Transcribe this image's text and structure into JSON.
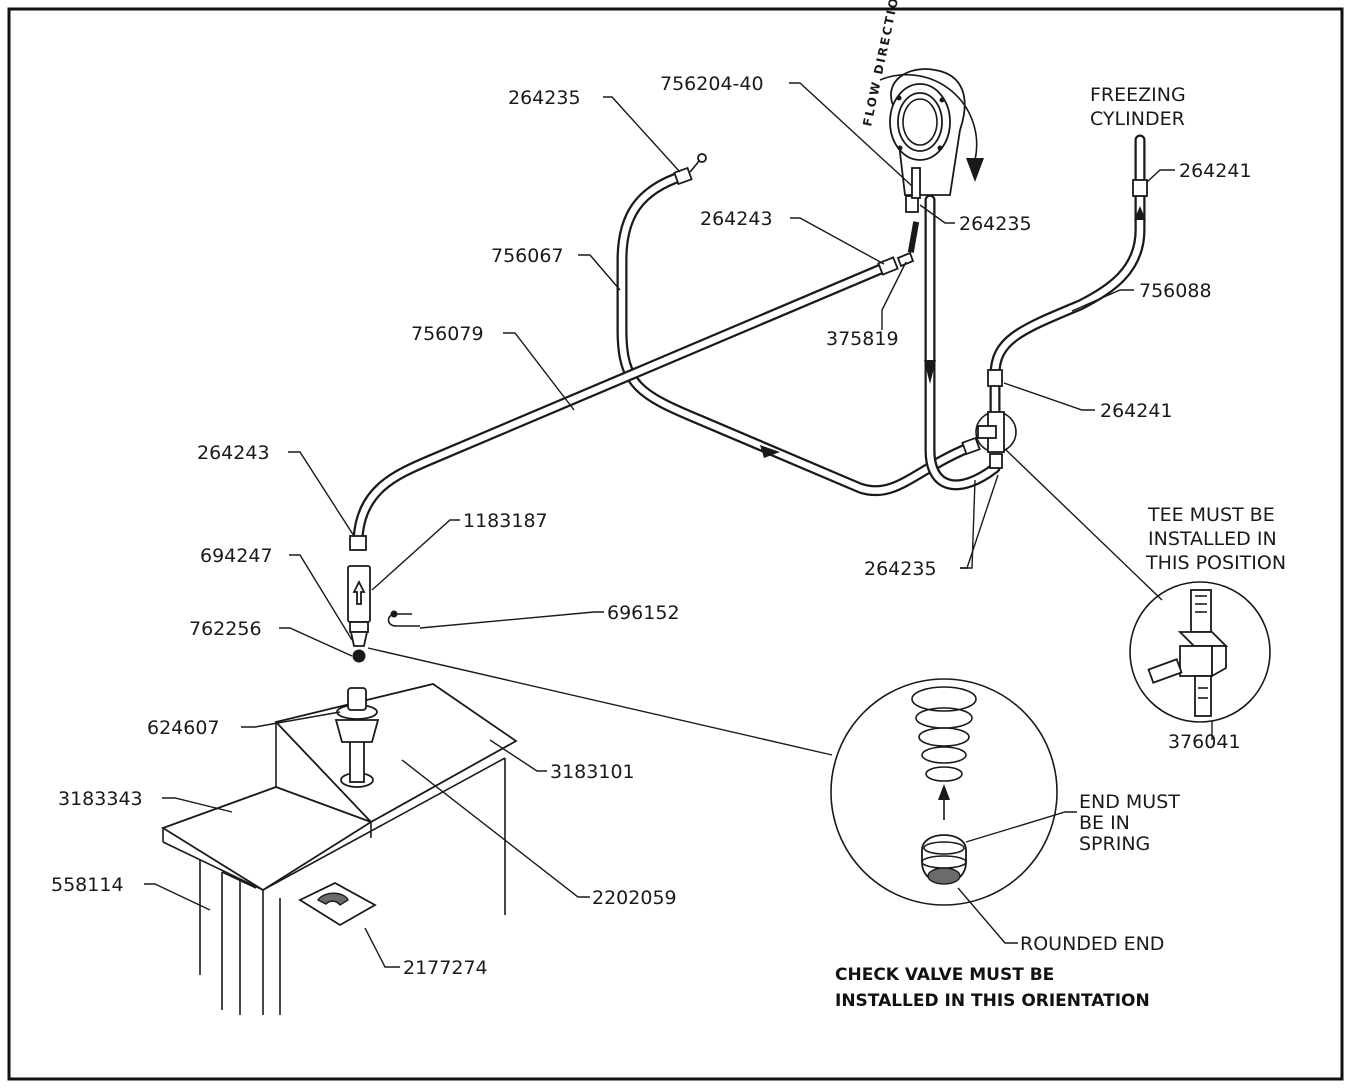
{
  "labels": {
    "p264235_top": "264235",
    "p756204_40": "756204-40",
    "flow_direction": "FLOW DIRECTION",
    "freezing_cylinder_1": "FREEZING",
    "freezing_cylinder_2": "CYLINDER",
    "p264241_top": "264241",
    "p264243_top": "264243",
    "p264235_pump": "264235",
    "p756067": "756067",
    "p756088": "756088",
    "p756079": "756079",
    "p375819": "375819",
    "p264241_mid": "264241",
    "p264243_left": "264243",
    "p1183187": "1183187",
    "p694247": "694247",
    "p696152": "696152",
    "p762256": "762256",
    "p264235_bottom": "264235",
    "tee_note_1": "TEE MUST BE",
    "tee_note_2": "INSTALLED IN",
    "tee_note_3": "THIS POSITION",
    "p376041": "376041",
    "p624607": "624607",
    "p3183101": "3183101",
    "p3183343": "3183343",
    "p558114": "558114",
    "p2202059": "2202059",
    "p2177274": "2177274",
    "end_note_1": "END MUST",
    "end_note_2": "BE IN",
    "end_note_3": "SPRING",
    "rounded_end": "ROUNDED END",
    "check_note_1": "CHECK VALVE MUST BE",
    "check_note_2": "INSTALLED IN THIS ORIENTATION"
  }
}
